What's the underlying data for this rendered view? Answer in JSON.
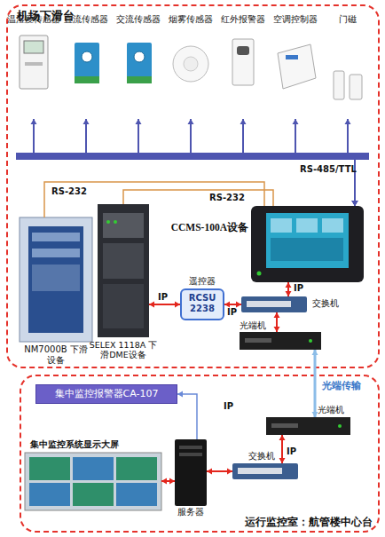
{
  "diagram": {
    "nodes": [
      {
        "text": [
          "机场下滑台"
        ]
      },
      {
        "text": [
          "温湿度传感器"
        ],
        "in": 0
      },
      {
        "text": [
          "直流传感器"
        ],
        "in": 0
      },
      {
        "text": [
          "交流传感器"
        ],
        "in": 0
      },
      {
        "text": [
          "烟雾传感器"
        ],
        "in": 0
      },
      {
        "text": [
          "红外报警器"
        ],
        "in": 0
      },
      {
        "text": [
          "空调控制器"
        ],
        "in": 0
      },
      {
        "text": [
          "门磁"
        ],
        "in": 0
      },
      {
        "text": [
          "CCMS-100A设备"
        ],
        "in": 0
      },
      {
        "text": [
          "NM7000B 下滑设备"
        ],
        "in": 0
      },
      {
        "text": [
          "SELEX 1118A 下滑DME设备"
        ],
        "in": 0
      },
      {
        "text": [
          "遥控器",
          "RCSU 2238"
        ],
        "in": 0
      },
      {
        "text": [
          "交换机"
        ],
        "in": 0
      },
      {
        "text": [
          "光端机"
        ],
        "in": 0
      },
      {
        "text": [
          "运行监控室：航管楼中心台"
        ]
      },
      {
        "text": [
          "集中监控报警器CA-107"
        ],
        "in": 14
      },
      {
        "text": [
          "光端机"
        ],
        "in": 14
      },
      {
        "text": [
          "集中监控系统显示大屏"
        ],
        "in": 14
      },
      {
        "text": [
          "服务器"
        ],
        "in": 14
      },
      {
        "text": [
          "交换机"
        ],
        "in": 14
      }
    ],
    "edges": [
      {
        "from": 1,
        "to": 8,
        "arrow": "both"
      },
      {
        "from": 2,
        "to": 8,
        "arrow": "both"
      },
      {
        "from": 3,
        "to": 8,
        "arrow": "both"
      },
      {
        "from": 4,
        "to": 8,
        "arrow": "both"
      },
      {
        "from": 5,
        "to": 8,
        "arrow": "both"
      },
      {
        "from": 6,
        "to": 8,
        "arrow": "both"
      },
      {
        "from": 7,
        "to": 8,
        "arrow": "both"
      },
      {
        "from": 9,
        "to": 8,
        "label": "RS-232",
        "arrow": "none"
      },
      {
        "from": 10,
        "to": 8,
        "label": "RS-232",
        "arrow": "none"
      },
      {
        "from": 10,
        "to": 11,
        "label": "IP",
        "arrow": "both"
      },
      {
        "from": 11,
        "to": 12,
        "label": "IP",
        "arrow": "both"
      },
      {
        "from": 8,
        "to": 12,
        "label": "IP",
        "arrow": "both"
      },
      {
        "from": 12,
        "to": 13,
        "arrow": "both"
      },
      {
        "from": 13,
        "to": 16,
        "label": "光端传输",
        "arrow": "both"
      },
      {
        "from": 16,
        "to": 19,
        "label": "IP",
        "arrow": "both"
      },
      {
        "from": 18,
        "to": 19,
        "arrow": "both"
      },
      {
        "from": 17,
        "to": 18,
        "arrow": "both"
      },
      {
        "from": 18,
        "to": 15,
        "arrow": "to"
      }
    ],
    "labels": [
      "RS-485/TTL",
      "IP"
    ]
  }
}
